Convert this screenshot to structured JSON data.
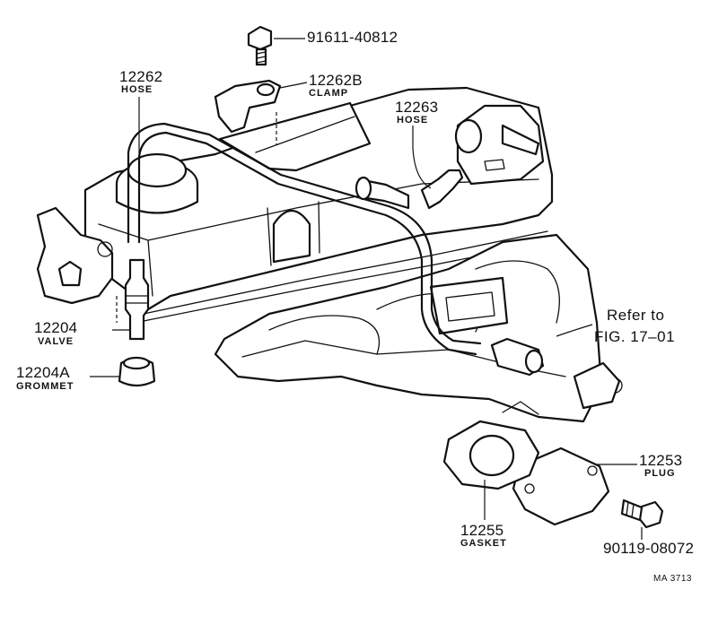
{
  "diagram": {
    "parts": {
      "bolt_top": {
        "number": "91611-40812"
      },
      "hose_12262": {
        "number": "12262",
        "name": "HOSE"
      },
      "clamp": {
        "number": "12262B",
        "name": "CLAMP"
      },
      "hose_12263": {
        "number": "12263",
        "name": "HOSE"
      },
      "valve": {
        "number": "12204",
        "name": "VALVE"
      },
      "grommet": {
        "number": "12204A",
        "name": "GROMMET"
      },
      "plug": {
        "number": "12253",
        "name": "PLUG"
      },
      "gasket": {
        "number": "12255",
        "name": "GASKET"
      },
      "bolt_bottom": {
        "number": "90119-08072"
      }
    },
    "reference": {
      "line1": "Refer to",
      "line2": "FIG. 17–01"
    },
    "drawing_code": "MA 3713"
  }
}
